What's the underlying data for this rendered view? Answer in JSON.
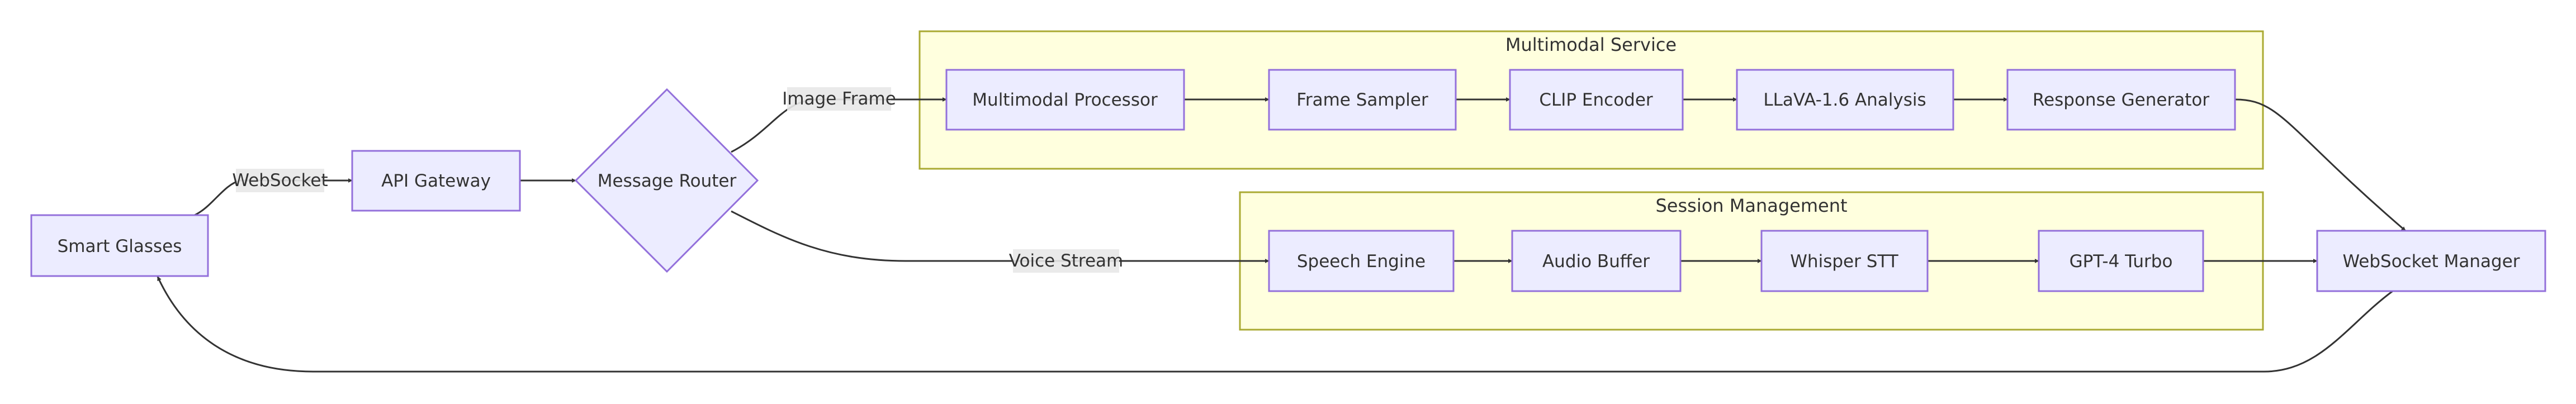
{
  "clusters": {
    "multimodal": "Multimodal Service",
    "session": "Session Management"
  },
  "nodes": {
    "smart_glasses": "Smart Glasses",
    "api_gateway": "API Gateway",
    "message_router": "Message Router",
    "multimodal_processor": "Multimodal Processor",
    "frame_sampler": "Frame Sampler",
    "clip_encoder": "CLIP Encoder",
    "llava_analysis": "LLaVA-1.6 Analysis",
    "response_generator": "Response Generator",
    "speech_engine": "Speech Engine",
    "audio_buffer": "Audio Buffer",
    "whisper_stt": "Whisper STT",
    "gpt4_turbo": "GPT-4 Turbo",
    "websocket_manager": "WebSocket Manager"
  },
  "edge_labels": {
    "websocket": "WebSocket",
    "image_frame": "Image Frame",
    "voice_stream": "Voice Stream"
  },
  "edges": [
    {
      "from": "smart_glasses",
      "to": "api_gateway",
      "label": "websocket"
    },
    {
      "from": "api_gateway",
      "to": "message_router"
    },
    {
      "from": "message_router",
      "to": "multimodal_processor",
      "label": "image_frame"
    },
    {
      "from": "multimodal_processor",
      "to": "frame_sampler"
    },
    {
      "from": "frame_sampler",
      "to": "clip_encoder"
    },
    {
      "from": "clip_encoder",
      "to": "llava_analysis"
    },
    {
      "from": "llava_analysis",
      "to": "response_generator"
    },
    {
      "from": "response_generator",
      "to": "websocket_manager"
    },
    {
      "from": "message_router",
      "to": "speech_engine",
      "label": "voice_stream"
    },
    {
      "from": "speech_engine",
      "to": "audio_buffer"
    },
    {
      "from": "audio_buffer",
      "to": "whisper_stt"
    },
    {
      "from": "whisper_stt",
      "to": "gpt4_turbo"
    },
    {
      "from": "gpt4_turbo",
      "to": "websocket_manager"
    },
    {
      "from": "websocket_manager",
      "to": "smart_glasses"
    }
  ]
}
